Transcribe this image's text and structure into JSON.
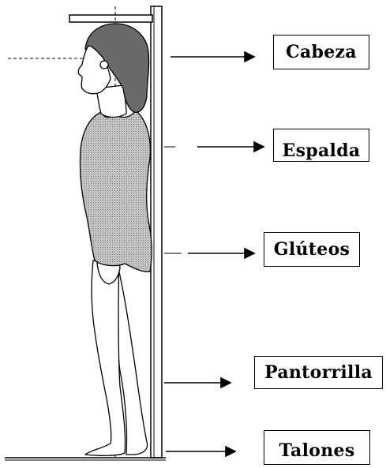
{
  "labels": {
    "head": "Cabeza",
    "back": "Espalda",
    "buttocks": "Glúteos",
    "calf": "Pantorrilla",
    "heels": "Talones"
  },
  "colors": {
    "line": "#000000",
    "suit": "#b8b8b8",
    "skin": "#ffffff",
    "board": "#ffffff"
  },
  "icons": {
    "figure": "person-standing-profile-icon",
    "arrow": "arrow-right-icon"
  }
}
